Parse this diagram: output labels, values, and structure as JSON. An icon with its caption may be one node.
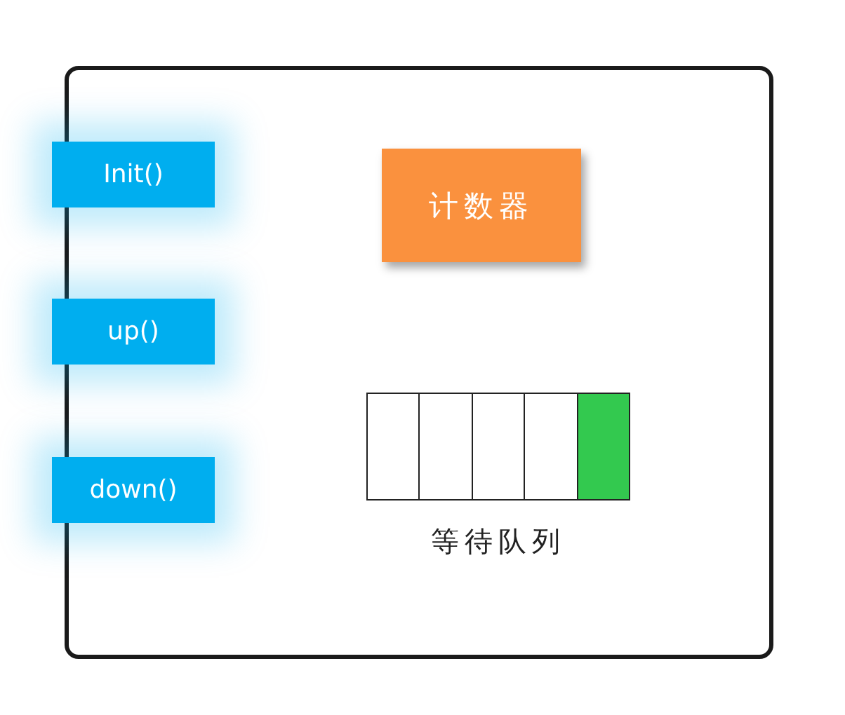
{
  "diagram": {
    "nodes": [
      {
        "text": [],
        "shape": "box"
      },
      {
        "text": [
          "Init()"
        ]
      },
      {
        "text": [
          "up()"
        ]
      },
      {
        "text": [
          "down()"
        ]
      },
      {
        "text": [
          "计数器"
        ],
        "in": 0
      },
      {
        "text": [
          "等待队列"
        ],
        "in": 0
      },
      {
        "text": [],
        "shape": "box",
        "in": 5
      },
      {
        "text": [],
        "shape": "box",
        "in": 5
      },
      {
        "text": [],
        "shape": "box",
        "in": 5
      },
      {
        "text": [],
        "shape": "box",
        "in": 5
      },
      {
        "text": [],
        "shape": "box",
        "in": 5
      }
    ]
  }
}
